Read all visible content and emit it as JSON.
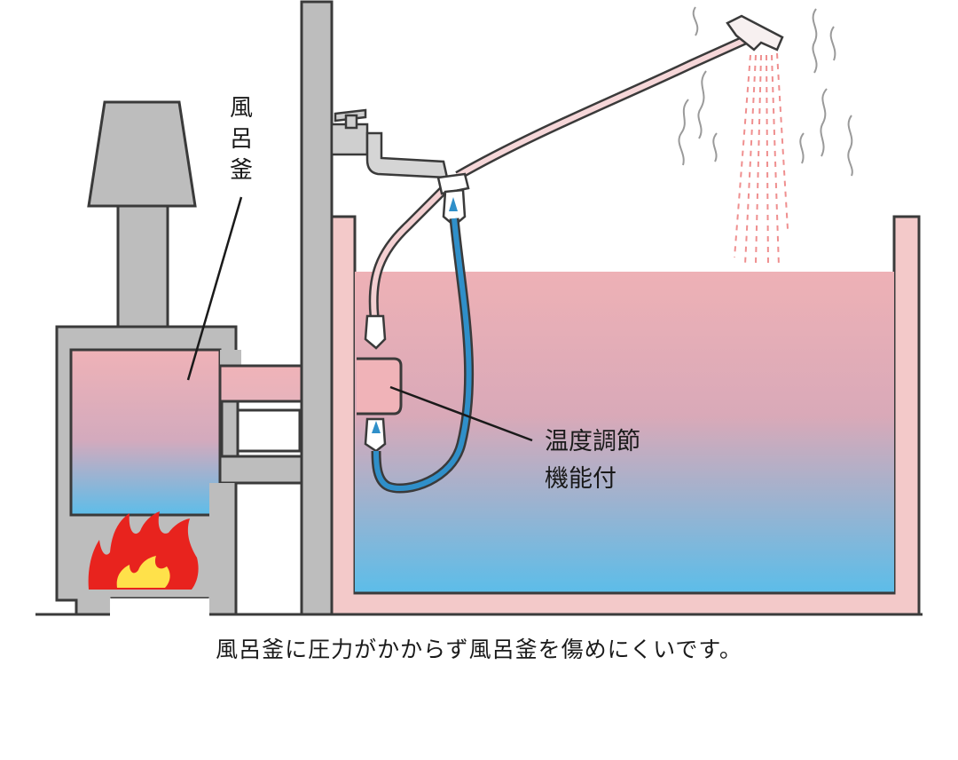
{
  "labels": {
    "boiler": [
      "風",
      "呂",
      "釜"
    ],
    "thermostat": [
      "温度調節",
      "機能付"
    ]
  },
  "caption": "風呂釜に圧力がかからず風呂釜を傷めにくいです。",
  "colors": {
    "outline": "#3a3a3a",
    "wall_gray": "#bdbdbd",
    "tub_wall": "#f3c9c9",
    "water_top": "#eeb1b6",
    "water_bottom": "#5cbde9",
    "hose_blue": "#2f8fc9",
    "flame_red": "#e8231e",
    "flame_yellow": "#ffe14a"
  }
}
